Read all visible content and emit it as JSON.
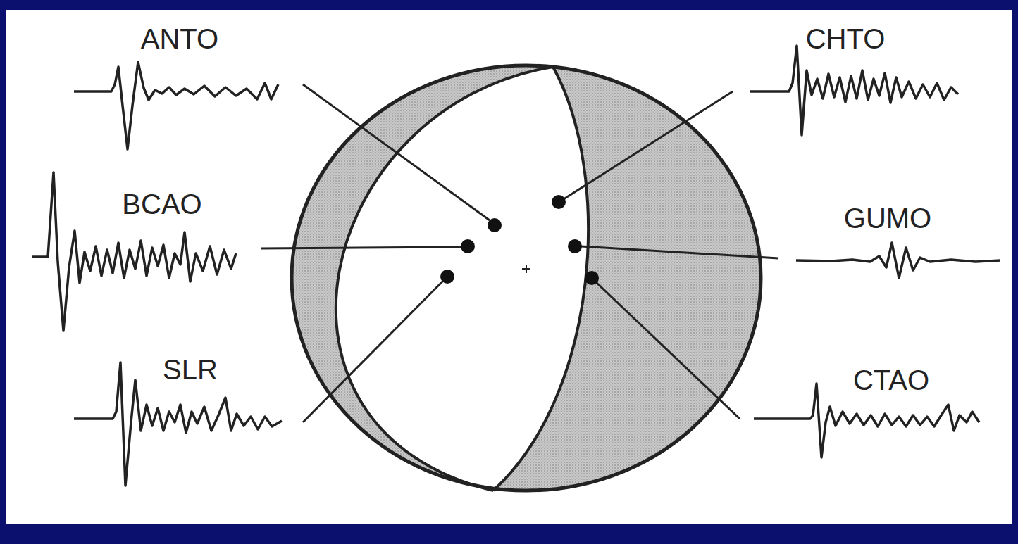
{
  "diagram": {
    "labels": [
      "ANTO",
      "CHTO",
      "BCAO",
      "GUMO",
      "SLR",
      "CTAO"
    ]
  }
}
